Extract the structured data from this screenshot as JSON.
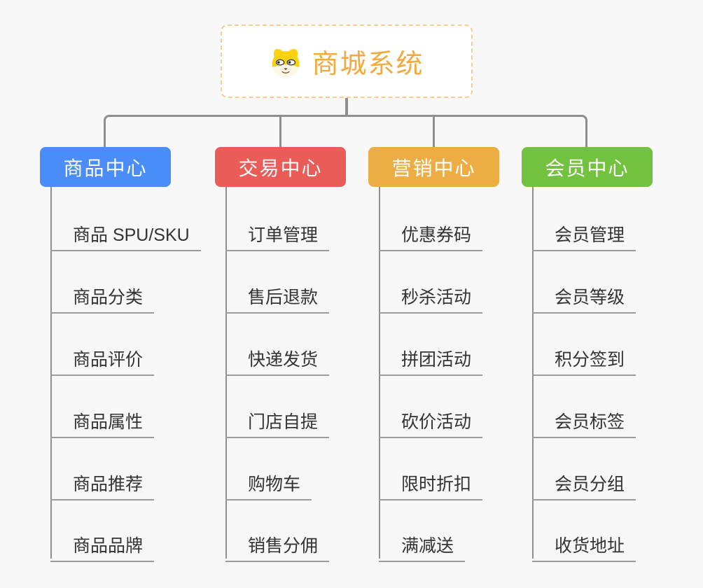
{
  "root": {
    "title": "商城系统",
    "icon": "shiba-dog-icon",
    "text_color": "#f2a93d",
    "border_color": "#f6cd90"
  },
  "connector_color": "#8e8e8e",
  "underline_color": "#9b9b9b",
  "branches": [
    {
      "label": "商品中心",
      "color": "#4b8df8",
      "children": [
        "商品 SPU/SKU",
        "商品分类",
        "商品评价",
        "商品属性",
        "商品推荐",
        "商品品牌"
      ]
    },
    {
      "label": "交易中心",
      "color": "#e95c58",
      "children": [
        "订单管理",
        "售后退款",
        "快递发货",
        "门店自提",
        "购物车",
        "销售分佣"
      ]
    },
    {
      "label": "营销中心",
      "color": "#ecae44",
      "children": [
        "优惠券码",
        "秒杀活动",
        "拼团活动",
        "砍价活动",
        "限时折扣",
        "满减送"
      ]
    },
    {
      "label": "会员中心",
      "color": "#73c23f",
      "children": [
        "会员管理",
        "会员等级",
        "积分签到",
        "会员标签",
        "会员分组",
        "收货地址"
      ]
    }
  ]
}
